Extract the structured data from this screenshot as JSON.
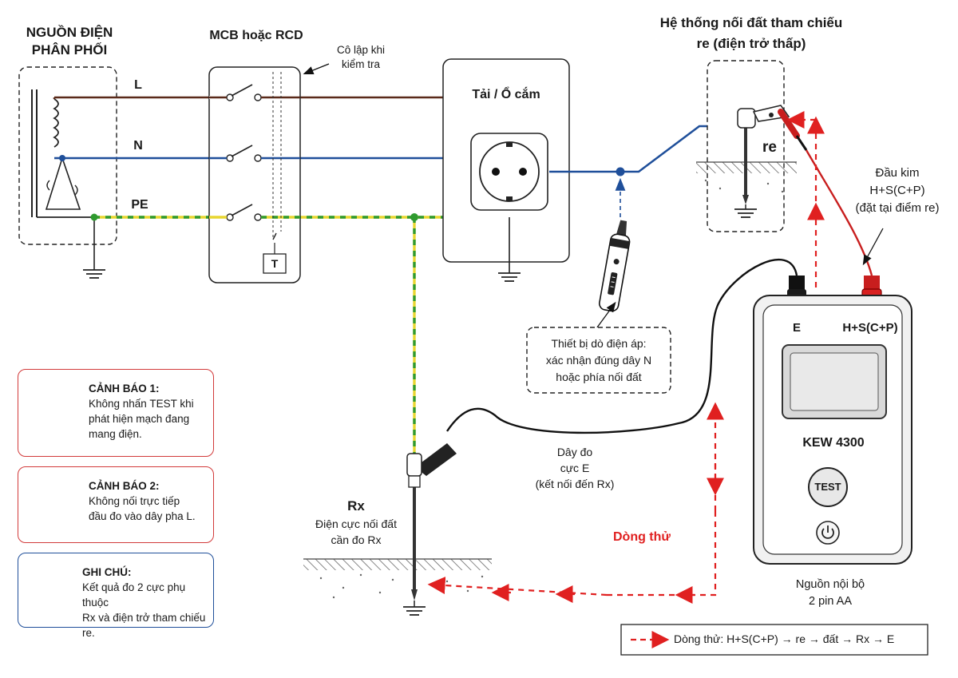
{
  "labels": {
    "source": [
      "NGUỒN ĐIỆN",
      "PHÂN PHỐI"
    ],
    "breaker": "MCB hoặc RCD",
    "isolate": [
      "Cô lập khi",
      "kiểm tra"
    ],
    "line_L": "L",
    "line_N": "N",
    "line_PE": "PE",
    "test_box": "T",
    "load": "Tải / Ổ cắm",
    "ref_title": [
      "Hệ thống nối đất tham chiếu",
      "re (điện trở thấp)"
    ],
    "re": "re",
    "probe": [
      "Đầu kim",
      "H+S(C+P)",
      "(đặt tại điểm re)"
    ],
    "detector": [
      "Thiết bị dò điện áp:",
      "xác nhận đúng dây N",
      "hoặc phía nối đất"
    ],
    "lead_e": [
      "Dây đo",
      "cực E",
      "(kết nối đến Rx)"
    ],
    "rx": "Rx",
    "rx_desc": [
      "Điện cực nối đất",
      "cần đo Rx"
    ],
    "test_current": "Dòng thử",
    "meter_e": "E",
    "meter_hs": "H+S(C+P)",
    "meter_model": "KEW 4300",
    "meter_test": "TEST",
    "meter_power": [
      "Nguồn nội bộ",
      "2 pin AA"
    ],
    "legend": "Dòng thử: H+S(C+P) → re → đất → Rx → E"
  },
  "warnings": [
    {
      "title": "CẢNH BÁO 1:",
      "lines": [
        "Không nhấn TEST khi",
        "phát hiện mạch đang",
        "mang điện."
      ]
    },
    {
      "title": "CẢNH BÁO 2:",
      "lines": [
        "Không nối trực tiếp",
        "đầu đo vào dây pha L."
      ]
    }
  ],
  "note": {
    "title": "GHI CHÚ:",
    "lines": [
      "Kết quả đo 2 cực phụ thuộc",
      "Rx và điện trở tham chiếu re."
    ]
  },
  "colors": {
    "phase_L": "#5a2a1a",
    "neutral_N": "#1f4f9a",
    "earth_yellow": "#e8d630",
    "earth_green": "#2f9a2f",
    "current_red": "#e02020",
    "warning_red": "#d23a3a",
    "note_blue": "#1f4f9a",
    "probe_red": "#c81e1e",
    "lead_black": "#111111"
  },
  "icons": [
    "warning-triangle-icon",
    "info-circle-icon",
    "power-icon",
    "ground-symbol-icon",
    "socket-icon",
    "voltage-detector-icon",
    "crocodile-clip-icon"
  ]
}
